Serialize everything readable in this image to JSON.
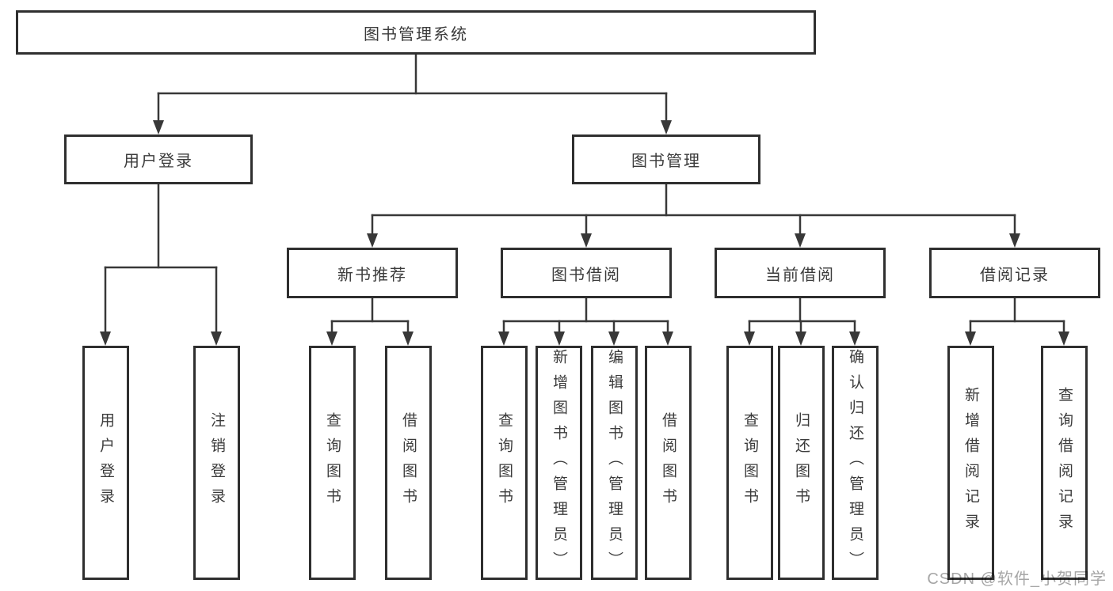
{
  "tree": {
    "root": {
      "label": "图书管理系统"
    },
    "branches": [
      {
        "label": "用户登录",
        "children": [
          {
            "label": "用户登录"
          },
          {
            "label": "注销登录"
          }
        ]
      },
      {
        "label": "图书管理",
        "children": [
          {
            "label": "新书推荐",
            "children": [
              {
                "label": "查询图书"
              },
              {
                "label": "借阅图书"
              }
            ]
          },
          {
            "label": "图书借阅",
            "children": [
              {
                "label": "查询图书"
              },
              {
                "label": "新增图书（管理员）"
              },
              {
                "label": "编辑图书（管理员）"
              },
              {
                "label": "借阅图书"
              }
            ]
          },
          {
            "label": "当前借阅",
            "children": [
              {
                "label": "查询图书"
              },
              {
                "label": "归还图书"
              },
              {
                "label": "确认归还（管理员）"
              }
            ]
          },
          {
            "label": "借阅记录",
            "children": [
              {
                "label": "新增借阅记录"
              },
              {
                "label": "查询借阅记录"
              }
            ]
          }
        ]
      }
    ]
  },
  "watermark": {
    "text": "CSDN @软件_小贺同学"
  },
  "colors": {
    "line": "#383838",
    "box_border": "#2f2f2f",
    "text": "#3b3b3b",
    "watermark": "#a6a6a6",
    "background": "#ffffff"
  }
}
